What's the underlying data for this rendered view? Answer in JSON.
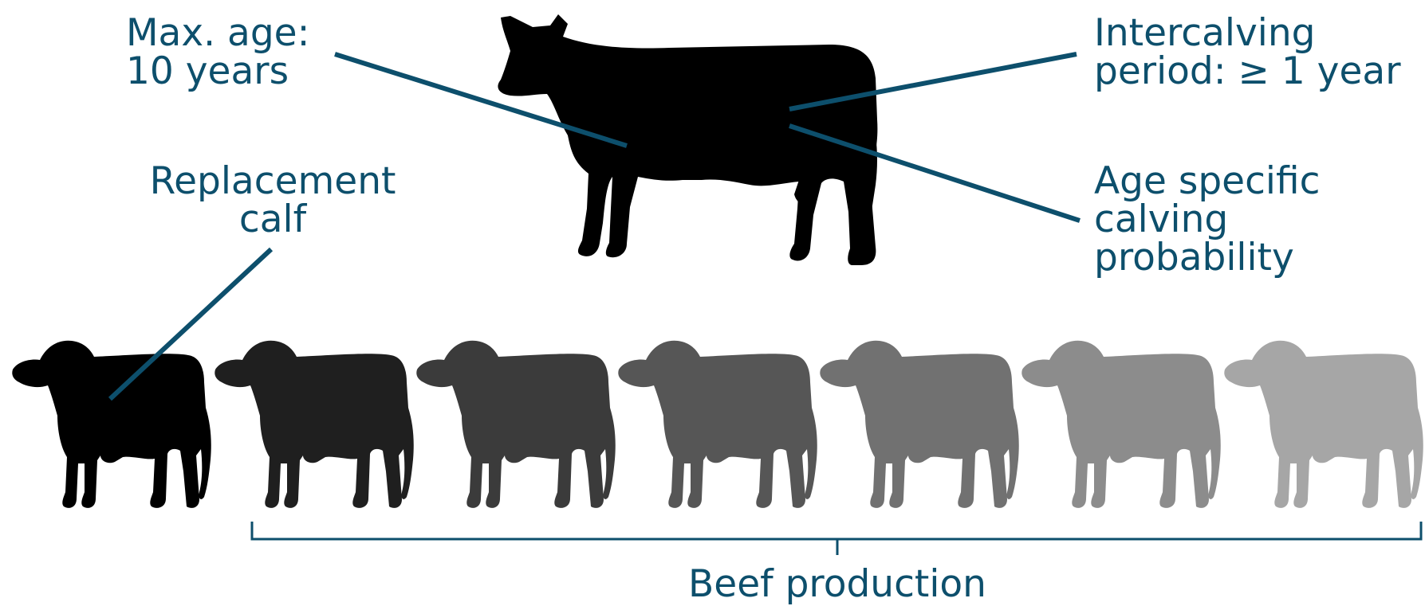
{
  "labels": {
    "max_age_line1": "Max. age:",
    "max_age_line2": "10 years",
    "intercalving_line1": "Intercalving",
    "intercalving_line2": "period: ≥ 1 year",
    "replacement_line1": "Replacement",
    "replacement_line2": "calf",
    "calving_line1": "Age specific",
    "calving_line2": "calving",
    "calving_line3": "probability",
    "beef": "Beef production"
  },
  "colors": {
    "accent": "#0d4f6c",
    "calf_shades": [
      "#000000",
      "#1f1f1f",
      "#3b3b3b",
      "#565656",
      "#717171",
      "#8c8c8c",
      "#a6a6a6"
    ]
  },
  "icons": {
    "cow": "cow-silhouette",
    "calf": "calf-silhouette"
  }
}
